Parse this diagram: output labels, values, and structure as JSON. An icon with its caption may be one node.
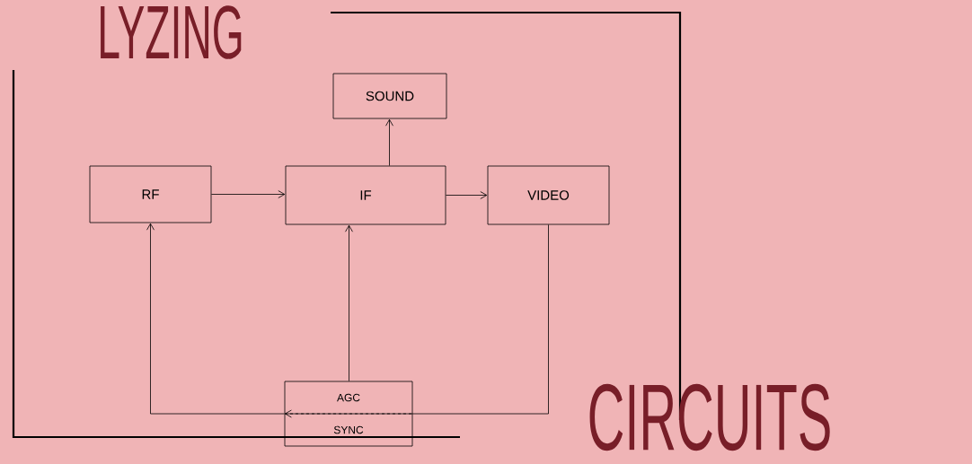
{
  "diagram": {
    "nodes": [
      {
        "text": [
          "SOUND"
        ]
      },
      {
        "text": [
          "RF"
        ]
      },
      {
        "text": [
          "IF"
        ]
      },
      {
        "text": [
          "VIDEO"
        ]
      },
      {
        "text": [
          "AGC",
          "SYNC"
        ]
      }
    ],
    "edges": [
      {
        "from": 2,
        "to": 0,
        "arrow": "to"
      },
      {
        "from": 1,
        "to": 2,
        "arrow": "to"
      },
      {
        "from": 2,
        "to": 3,
        "arrow": "to"
      },
      {
        "from": 4,
        "to": 2,
        "arrow": "to"
      },
      {
        "from": 4,
        "to": 1,
        "arrow": "to"
      },
      {
        "from": 3,
        "to": 4,
        "arrow": "to"
      }
    ],
    "labels": [
      "LYZING",
      "CIRCUITS"
    ]
  }
}
